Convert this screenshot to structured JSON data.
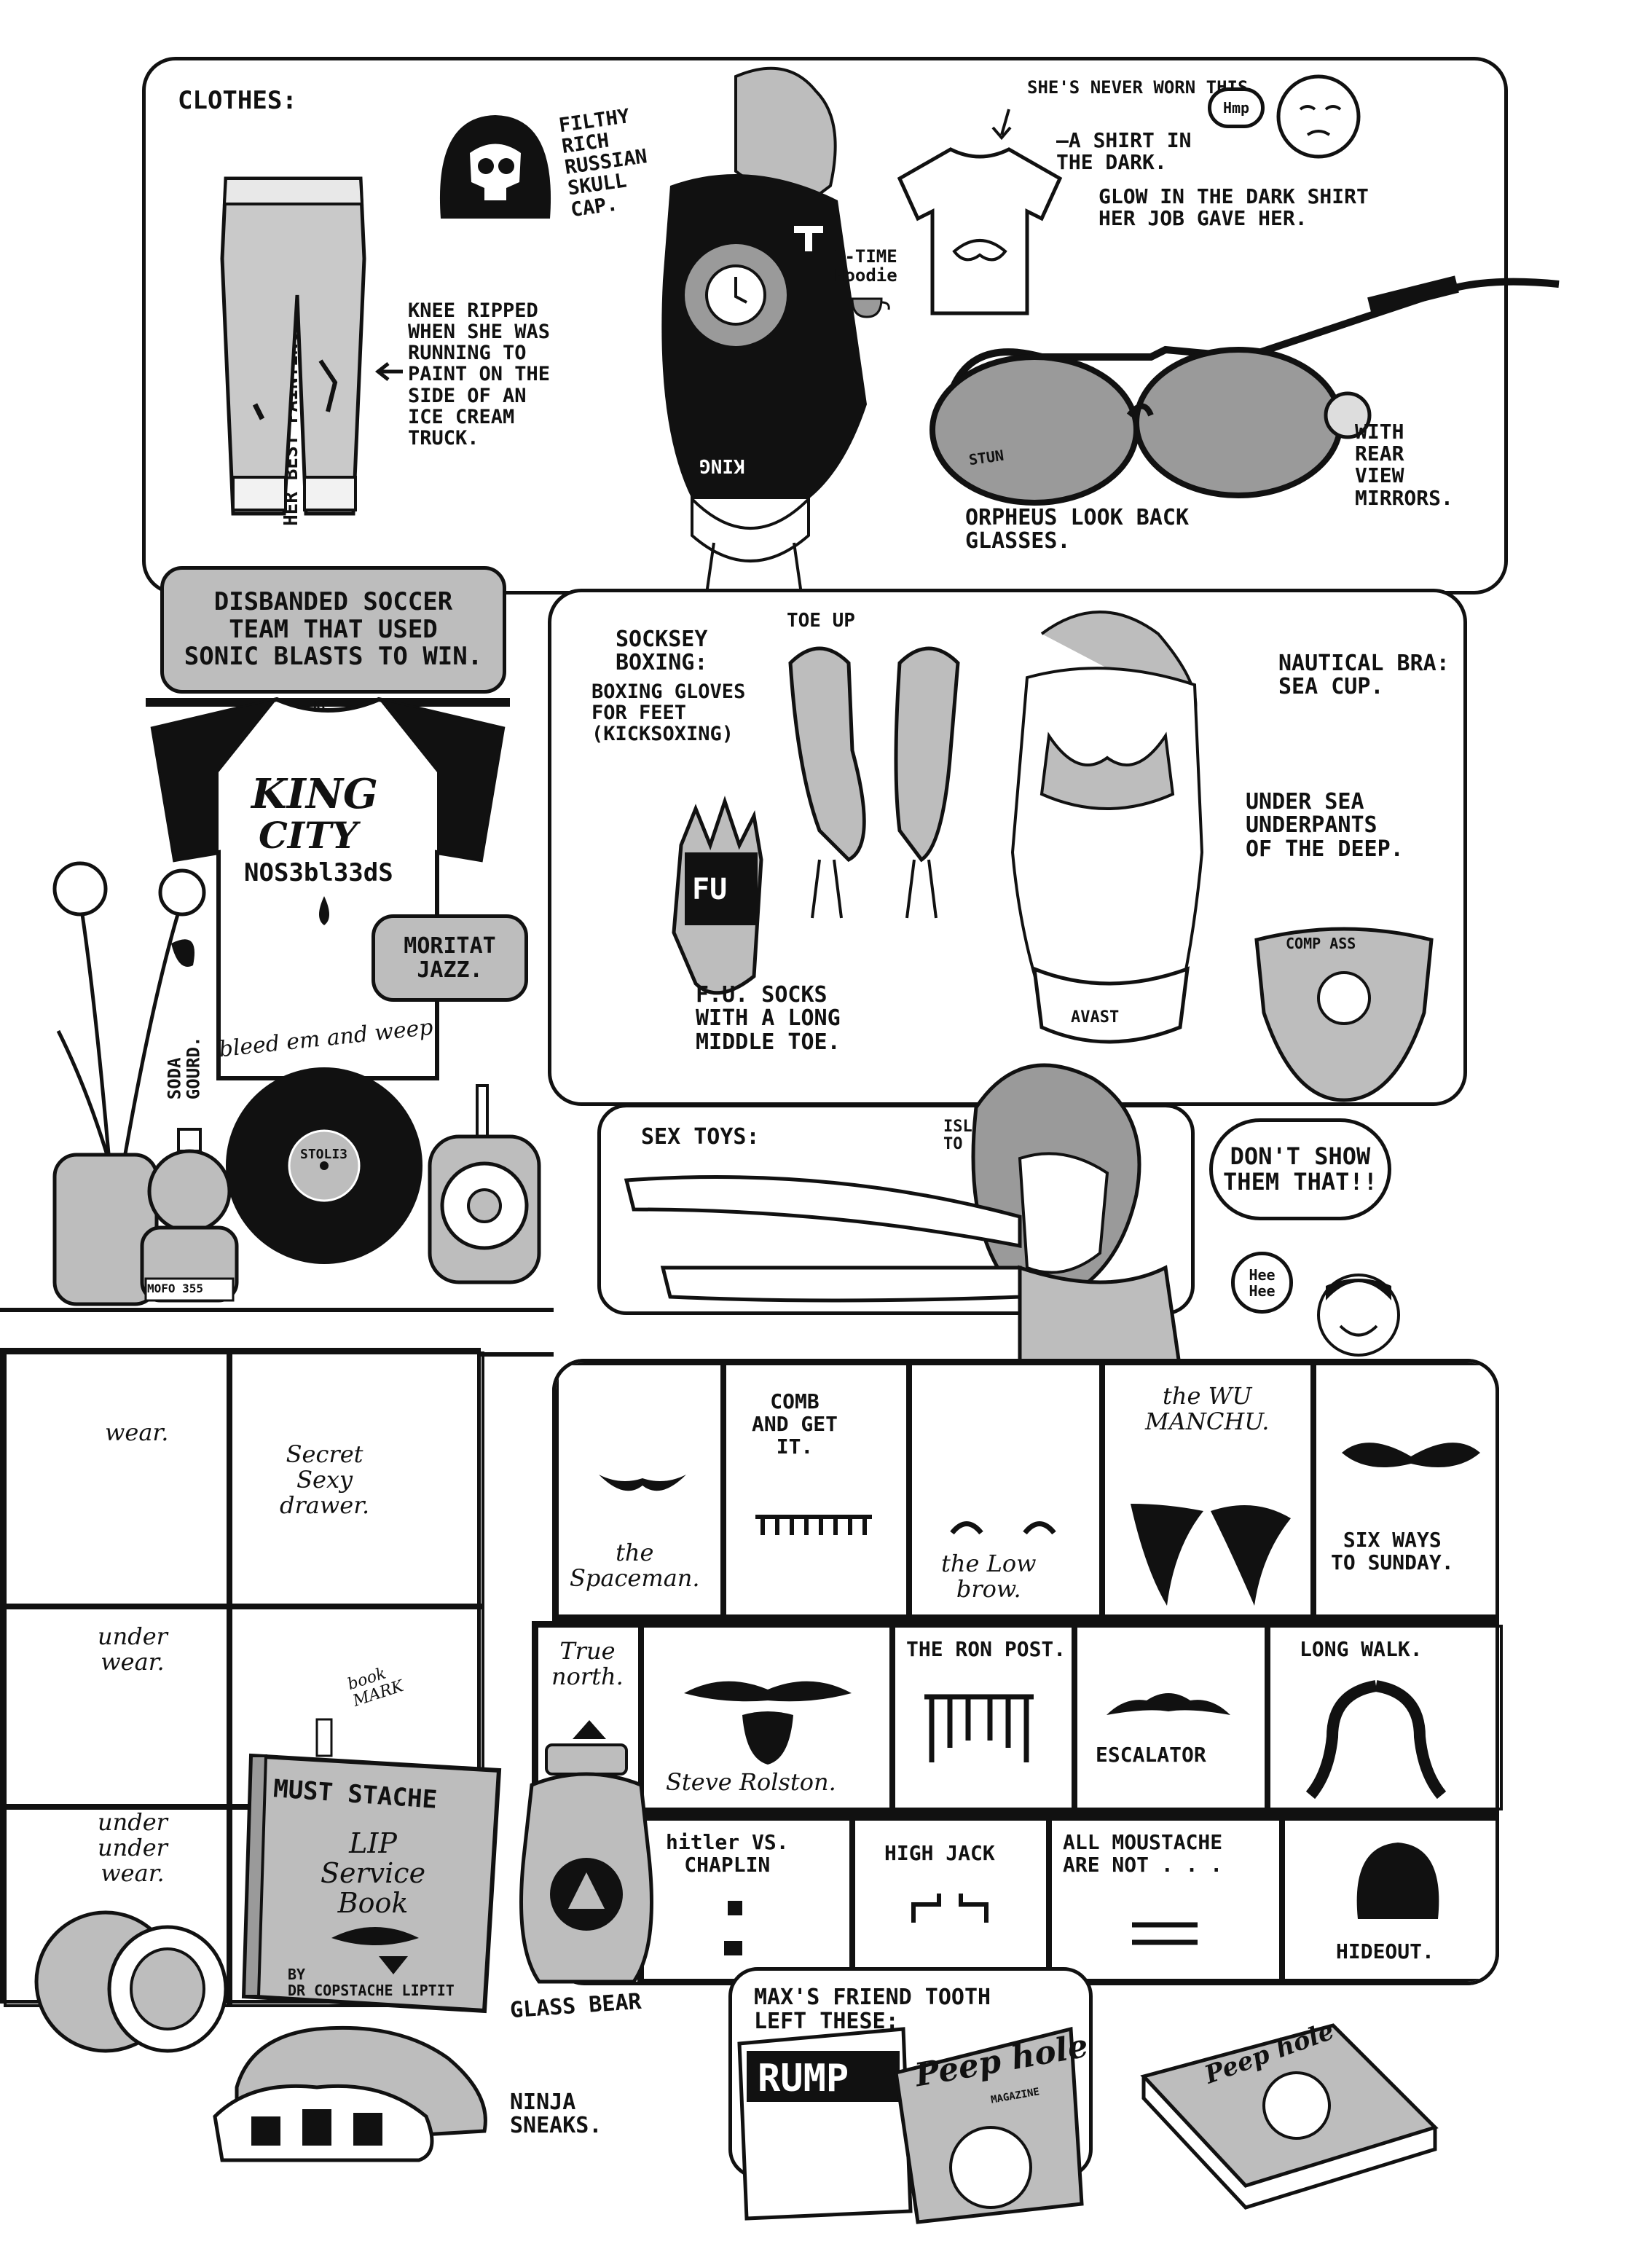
{
  "clothes_panel": {
    "heading": "CLOTHES:",
    "pants_label": "HER BEST PAINTING PANTS.",
    "pants_note": "KNEE RIPPED\nWHEN SHE WAS\nRUNNING TO\nPAINT ON THE\nSIDE OF AN\nICE CREAM\nTRUCK.",
    "skullcap_note": "FILTHY\nRICH\nRUSSIAN\nSKULL\nCAP.",
    "hoodie_note": "T-TIME\nHoodie",
    "hoodie_print": "KING",
    "shirt_never_worn": "SHE'S NEVER WORN THIS",
    "shirt_name": "—A SHIRT IN\nTHE DARK.",
    "shirt_desc": "GLOW IN THE DARK SHIRT\nHER JOB GAVE HER.",
    "hmp": "Hmp",
    "glasses_lens_text": "STUN",
    "glasses_name": "ORPHEUS LOOK BACK\nGLASSES.",
    "glasses_note": "WITH\nREAR\nVIEW\nMIRRORS."
  },
  "soccer": {
    "bubble": "DISBANDED SOCCER\nTEAM THAT USED\nSONIC BLASTS TO WIN.",
    "shirt_line1": "KING",
    "shirt_line2": "CITY",
    "shirt_line3": "NOS3bl33dS",
    "shirt_bottom": "bleed em and weep",
    "collar": "KC"
  },
  "music": {
    "bubble": "MORITAT\nJAZZ.",
    "record_label": "STOLI3"
  },
  "gourd": {
    "label": "SODA\nGOURD.",
    "base_text": "MOFO  355"
  },
  "underwear_panel": {
    "socksey": "SOCKSEY\nBOXING:",
    "socksey_desc": "BOXING GLOVES\nFOR FEET\n(KICKSOXING)",
    "toe_up": "TOE UP",
    "fu_socks": "F.U. SOCKS\nWITH A LONG\nMIDDLE TOE.",
    "fu_print": "FU",
    "bra": "NAUTICAL BRA:\nSEA CUP.",
    "underpants": "UNDER SEA\nUNDERPANTS\nOF THE DEEP.",
    "avast": "AVAST",
    "compass": "COMP ASS"
  },
  "toys_panel": {
    "heading": "SEX TOYS:",
    "isl": "ISL\nTO",
    "bubble": "DON'T SHOW\nTHEM THAT!!",
    "hee": "Hee\nHee"
  },
  "drawers": {
    "wear": "wear.",
    "secret": "Secret\nSexy\ndrawer.",
    "under_wear": "under\nwear.",
    "under_under_wear": "under\nunder\nwear."
  },
  "moustaches_row1": [
    {
      "label": "the\nSpaceman."
    },
    {
      "label": "COMB\nAND GET\nIT."
    },
    {
      "label": "the Low\nbrow."
    },
    {
      "label": "the WU\nMANCHU."
    },
    {
      "label": "SIX WAYS\nTO SUNDAY."
    }
  ],
  "moustaches_row2": [
    {
      "label": "True\nnorth."
    },
    {
      "label": "Steve Rolston."
    },
    {
      "label": "THE RON POST."
    },
    {
      "label": "ESCALATOR"
    },
    {
      "label": "LONG WALK."
    }
  ],
  "moustaches_row3": [
    {
      "label": "hitler VS.\nCHAPLIN"
    },
    {
      "label": "HIGH JACK"
    },
    {
      "label": "ALL MOUSTACHE\nARE NOT . . ."
    },
    {
      "label": "HIDEOUT."
    }
  ],
  "book": {
    "bookmark": "book\nMARK",
    "title": "MUST STACHE",
    "subtitle": "LIP\nService\nBook",
    "author": "BY\nDR COPSTACHE LIPTIT"
  },
  "glass_bear": "GLASS BEAR",
  "ninja": "NINJA\nSNEAKS.",
  "tooth": {
    "bubble": "MAX'S FRIEND TOOTH\nLEFT THESE:",
    "mag1": "RUMP",
    "mag2": "Peep hole",
    "mag2_sub": "MAGAZINE",
    "mag3": "Peep hole"
  }
}
